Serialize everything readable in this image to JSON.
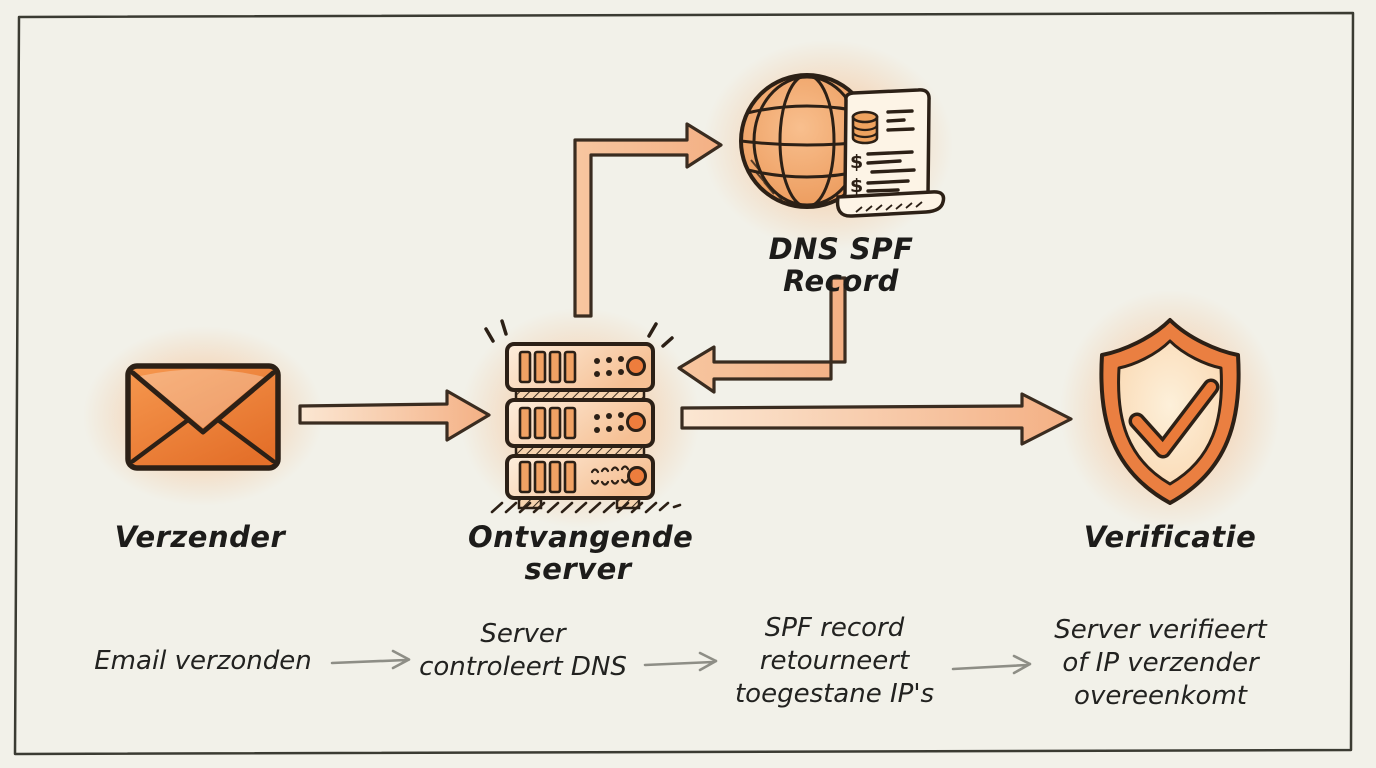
{
  "diagram_type": "flow-diagram",
  "language": "nl",
  "topic": "SPF email verificatie",
  "palette": {
    "background": "#f2f1e9",
    "frame": "#3b3b32",
    "outline": "#2e2317",
    "accent_orange": "#ec8142",
    "light_orange_fill": "#f9d9bd",
    "paper": "#fdf4e6",
    "text": "#1d1c1a",
    "gray_arrow": "#8e8e86"
  },
  "nodes": {
    "sender": {
      "label": "Verzender",
      "icon": "envelope-icon"
    },
    "receiving_server": {
      "label_lines": [
        "Ontvangende",
        "server"
      ],
      "icon": "server-icon"
    },
    "dns": {
      "label": "DNS SPF Record",
      "icon": "globe-scroll-icon",
      "scroll_symbols": [
        "$",
        "$"
      ]
    },
    "verification": {
      "label": "Verificatie",
      "icon": "shield-check-icon"
    }
  },
  "edges": [
    {
      "from": "sender",
      "to": "receiving_server",
      "style": "orange-arrow"
    },
    {
      "from": "receiving_server",
      "to": "dns",
      "style": "orange-arrow-elbow-up"
    },
    {
      "from": "dns",
      "to": "receiving_server",
      "style": "orange-arrow-elbow-down"
    },
    {
      "from": "receiving_server",
      "to": "verification",
      "style": "orange-arrow"
    }
  ],
  "flow": {
    "steps": [
      {
        "lines": [
          "Email verzonden"
        ]
      },
      {
        "lines": [
          "Server",
          "controleert DNS"
        ]
      },
      {
        "lines": [
          "SPF record",
          "retourneert",
          "toegestane IP's"
        ]
      },
      {
        "lines": [
          "Server verifieert",
          "of IP verzender",
          "overeenkomt"
        ]
      }
    ]
  }
}
